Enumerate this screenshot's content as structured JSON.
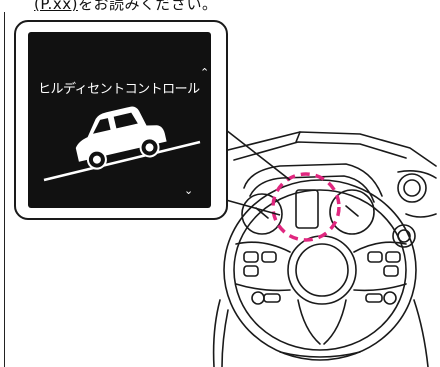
{
  "header": {
    "text_underlined": "(P.xx)",
    "text_rest": "をお読みください。"
  },
  "display": {
    "title": "ヒルディセントコントロール",
    "icons": {
      "up": "chevron-up-icon",
      "down": "chevron-down-icon",
      "vehicle": "car-on-slope-icon"
    }
  },
  "colors": {
    "highlight": "#e0277f",
    "display_bg": "#111111",
    "outline": "#1a1a1a"
  }
}
